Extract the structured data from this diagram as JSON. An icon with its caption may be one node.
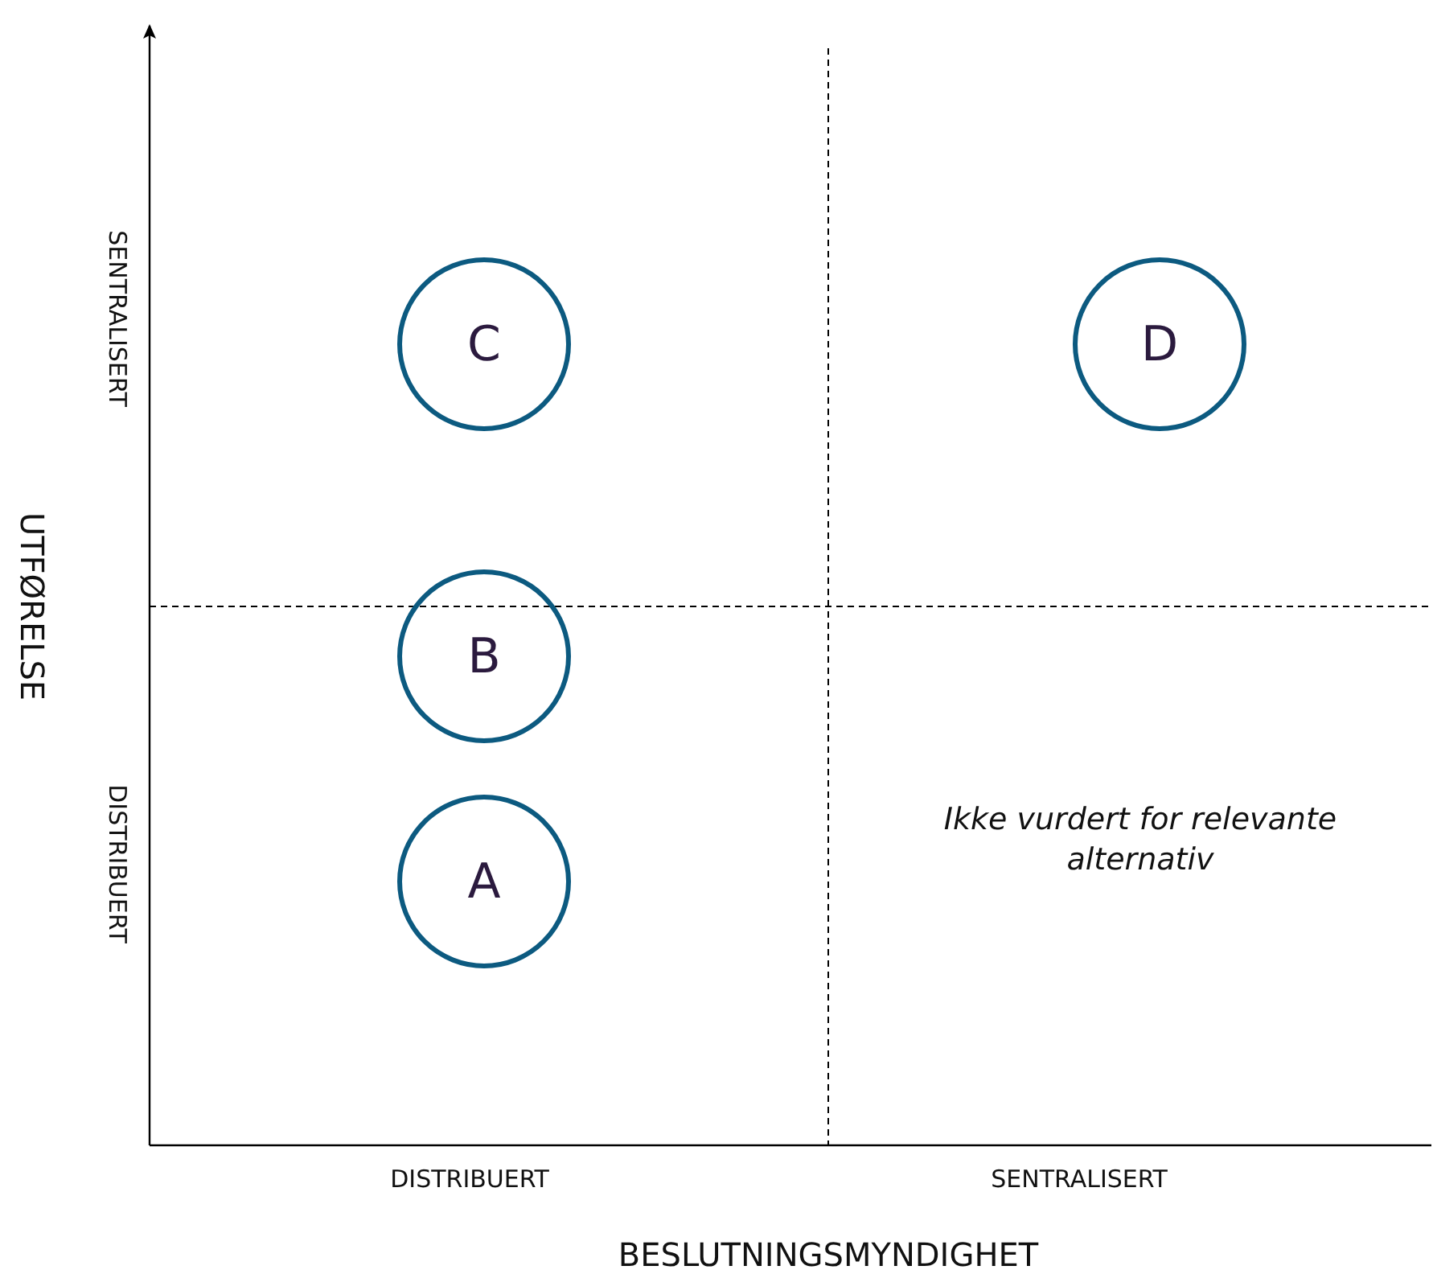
{
  "diagram": {
    "nodes": [
      {
        "text": [
          "C"
        ]
      },
      {
        "text": [
          "D"
        ]
      },
      {
        "text": [
          "B"
        ]
      },
      {
        "text": [
          "A"
        ]
      }
    ],
    "labels": [
      "SENTRALISERT",
      "UTFØRELSE",
      "DISTRIBUERT",
      "Ikke vurdert for relevante alternativ",
      "DISTRIBUERT",
      "SENTRALISERT",
      "BESLUTNINGSMYNDIGHET"
    ]
  }
}
